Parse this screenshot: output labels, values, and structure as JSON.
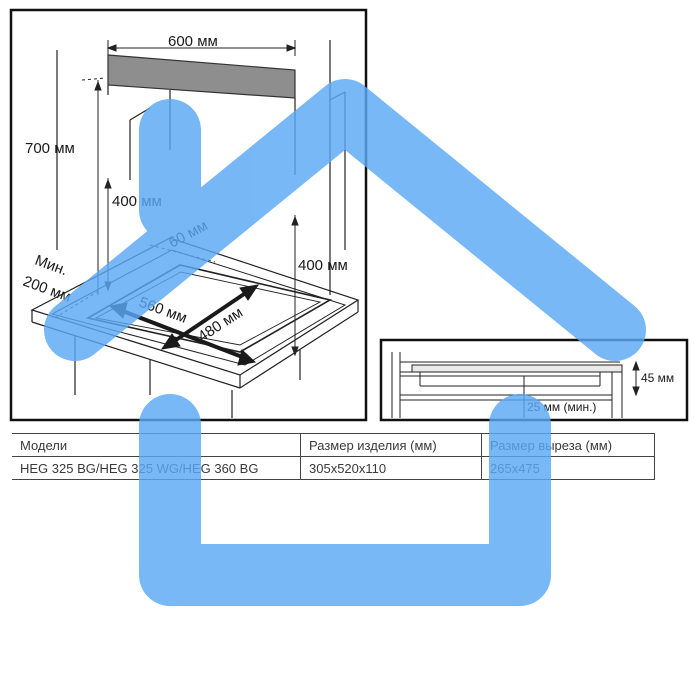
{
  "diagram_left": {
    "width_label": "600 мм",
    "height_label_total": "700 мм",
    "height_label_inner": "400 мм",
    "height_label_right": "400 мм",
    "gap_label": "60 мм",
    "min_label_line1": "Мин.",
    "min_label_line2": "200 мм",
    "cutout_width_label": "560 мм",
    "cutout_depth_label": "480 мм"
  },
  "diagram_right": {
    "thickness_label": "45 мм",
    "clearance_label": "25 мм (мин.)"
  },
  "table": {
    "headers": [
      "Модели",
      "Размер изделия (мм)",
      "Размер выреза (мм)"
    ],
    "rows": [
      [
        "HEG 325 BG/HEG 325 WG/HEG 360 BG",
        "305x520x110",
        "265x475"
      ]
    ]
  },
  "watermark": {
    "color": "#5aa8f5",
    "icon": "house-icon"
  }
}
